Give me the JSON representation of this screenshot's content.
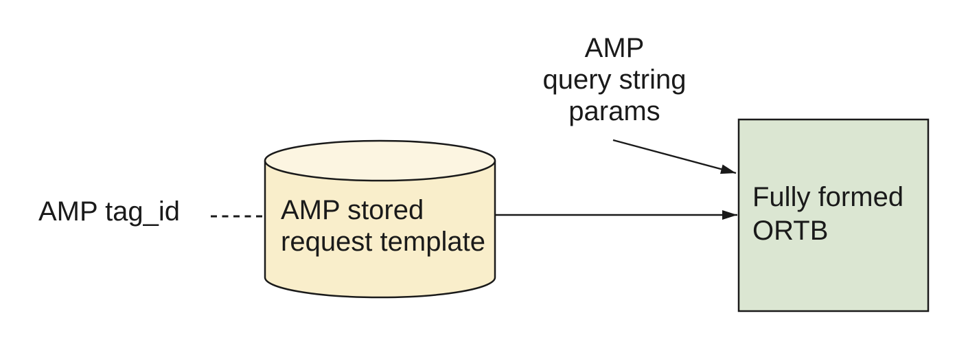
{
  "diagram": {
    "background": "#ffffff",
    "text_color": "#1a1a1a",
    "stroke_color": "#1a1a1a",
    "input_label": "AMP tag_id",
    "annotation": {
      "line1": "AMP",
      "line2": "query string",
      "line3": "params"
    },
    "datastore": {
      "shape": "cylinder",
      "fill": "#f9eecb",
      "top_fill": "#fcf5e1",
      "line1": "AMP stored",
      "line2": "request template"
    },
    "output_box": {
      "shape": "rectangle",
      "fill": "#dbe6d2",
      "line1": "Fully formed",
      "line2": "ORTB"
    },
    "connectors": {
      "tag_to_datastore": "dashed line",
      "datastore_to_output": "solid arrow",
      "annotation_to_output": "solid arrow"
    }
  }
}
